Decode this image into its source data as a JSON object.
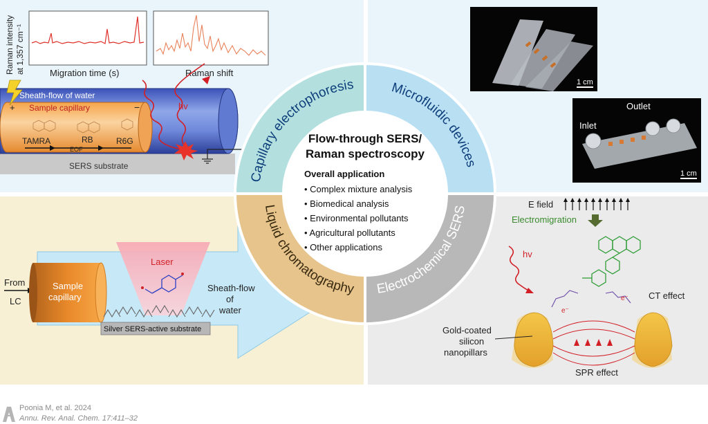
{
  "center": {
    "title_line1": "Flow-through SERS/",
    "title_line2": "Raman spectroscopy",
    "list_title": "Overall application",
    "items": [
      "Complex mixture analysis",
      "Biomedical analysis",
      "Environmental pollutants",
      "Agricultural pollutants",
      "Other applications"
    ]
  },
  "ring": {
    "capillary_electrophoresis": "Capillary electrophoresis",
    "microfluidic_devices": "Microfluidic devices",
    "liquid_chromatography": "Liquid chromatography",
    "electrochemical_sers": "Electrochemical SERS"
  },
  "ce_panel": {
    "ylabel_line1": "Raman intensity",
    "ylabel_line2": "at 1,357 cm⁻¹",
    "migration_time": "Migration time (s)",
    "raman_shift": "Raman shift",
    "sheath_flow": "Sheath-flow of water",
    "sample_capillary": "Sample capillary",
    "hv": "hv",
    "plus": "+",
    "minus": "−",
    "tamra": "TAMRA",
    "rb": "RB",
    "r6g": "R6G",
    "eof": "EOF",
    "sers_substrate": "SERS substrate"
  },
  "micro_panel": {
    "scale1": "1 cm",
    "inlet": "Inlet",
    "outlet": "Outlet",
    "scale2": "1 cm"
  },
  "lc_panel": {
    "from": "From",
    "lc": "LC",
    "sample_line1": "Sample",
    "sample_line2": "capillary",
    "laser": "Laser",
    "sheath_line1": "Sheath-flow",
    "sheath_line2": "of",
    "sheath_line3": "water",
    "substrate": "Silver SERS-active substrate"
  },
  "ec_panel": {
    "e_field": "E field",
    "electromigration": "Electromigration",
    "hv": "hv",
    "ct_effect": "CT effect",
    "gold_line1": "Gold-coated",
    "gold_line2": "silicon",
    "gold_line3": "nanopillars",
    "spr_effect": "SPR effect",
    "electron": "e⁻"
  },
  "citation": {
    "line1": "Poonia M, et al. 2024",
    "line2": "Annu. Rev. Anal. Chem. 17:411–32"
  },
  "colors": {
    "ce": "#b3e0df",
    "micro": "#b9dff3",
    "lc": "#e6c48c",
    "ec": "#b8b8b8",
    "lc_bg": "#f7f0d4",
    "ec_bg": "#ebebeb",
    "gold": "#e9b63a",
    "accent_red": "#d21f26"
  }
}
